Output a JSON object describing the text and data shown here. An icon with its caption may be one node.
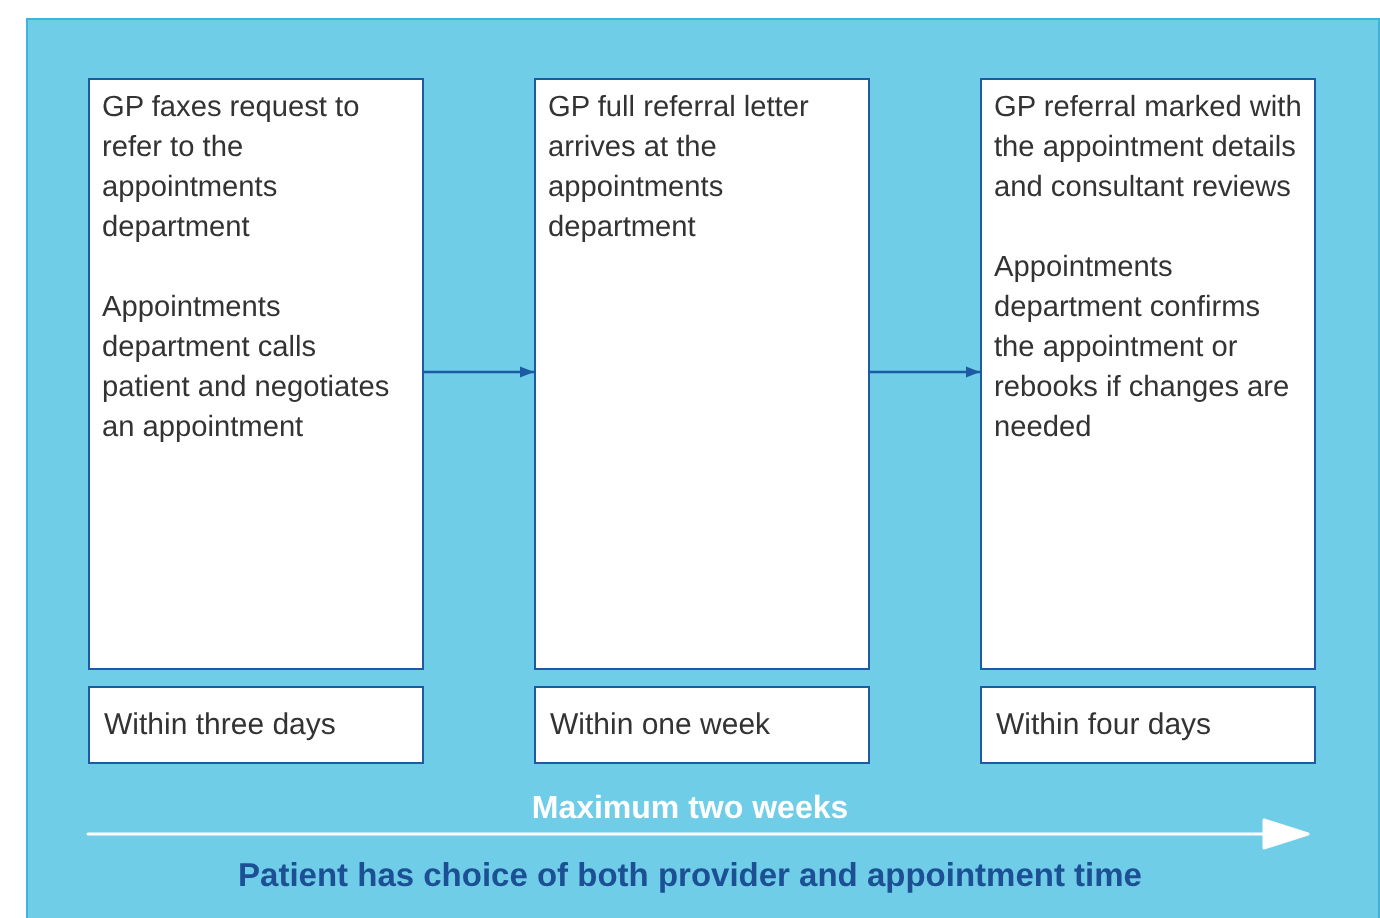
{
  "diagram": {
    "nodes": [
      {
        "text": [
          "GP faxes request to refer to the appointments department",
          "Appointments department calls patient and negotiates an appointment"
        ]
      },
      {
        "text": [
          "GP full referral letter arrives at the appointments department"
        ]
      },
      {
        "text": [
          "GP referral marked with the appointment details and consultant reviews",
          "Appointments department confirms the appointment or rebooks if changes are needed"
        ]
      },
      {
        "text": [
          "Within three days"
        ]
      },
      {
        "text": [
          "Within one week"
        ]
      },
      {
        "text": [
          "Within four days"
        ]
      }
    ],
    "edges": [
      {
        "from": 0,
        "to": 1,
        "arrow": "to"
      },
      {
        "from": 1,
        "to": 2,
        "arrow": "to"
      }
    ],
    "labels": [
      "Maximum two weeks",
      "Patient has choice of both provider and appointment time"
    ]
  }
}
